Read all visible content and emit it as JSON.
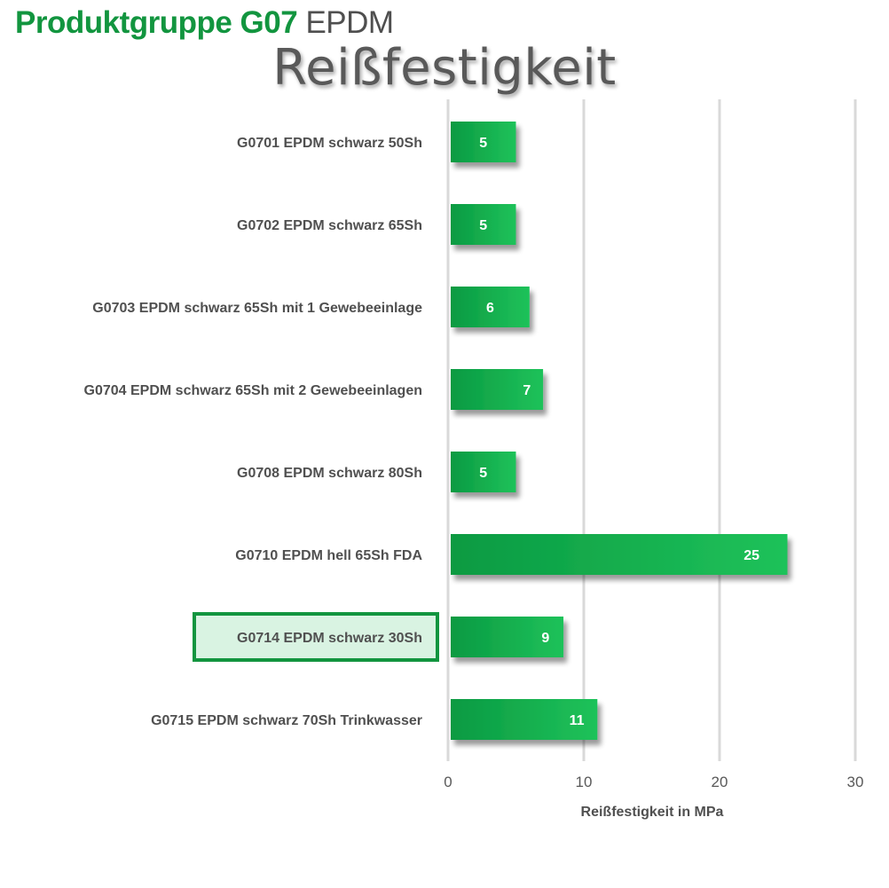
{
  "header": {
    "group_accent": "Produktgruppe G07",
    "group_rest": "EPDM"
  },
  "colors": {
    "accent": "#12953f",
    "bar_dark": "#0a9a42",
    "bar_light": "#1fc25a",
    "highlight_fill": "#d9f3e2",
    "highlight_border": "#12953f"
  },
  "chart_data": {
    "type": "bar",
    "orientation": "horizontal",
    "title": "Reißfestigkeit",
    "xlabel": "Reißfestigkeit in MPa",
    "ylabel": "",
    "xlim": [
      0,
      30
    ],
    "xticks": [
      0,
      10,
      20,
      30
    ],
    "grid": "vertical",
    "categories": [
      "G0701 EPDM schwarz 50Sh",
      "G0702 EPDM schwarz 65Sh",
      "G0703 EPDM schwarz 65Sh mit 1 Gewebeeinlage",
      "G0704 EPDM schwarz 65Sh mit 2 Gewebeeinlagen",
      "G0708 EPDM schwarz 80Sh",
      "G0710 EPDM hell 65Sh FDA",
      "G0714 EPDM schwarz 30Sh",
      "G0715 EPDM schwarz 70Sh Trinkwasser"
    ],
    "values": [
      5,
      5,
      6,
      7,
      5,
      25,
      8.5,
      11
    ],
    "value_labels": [
      "5",
      "5",
      "6",
      "7",
      "5",
      "25",
      "9",
      "11"
    ],
    "highlighted": "G0714 EPDM schwarz 30Sh"
  }
}
